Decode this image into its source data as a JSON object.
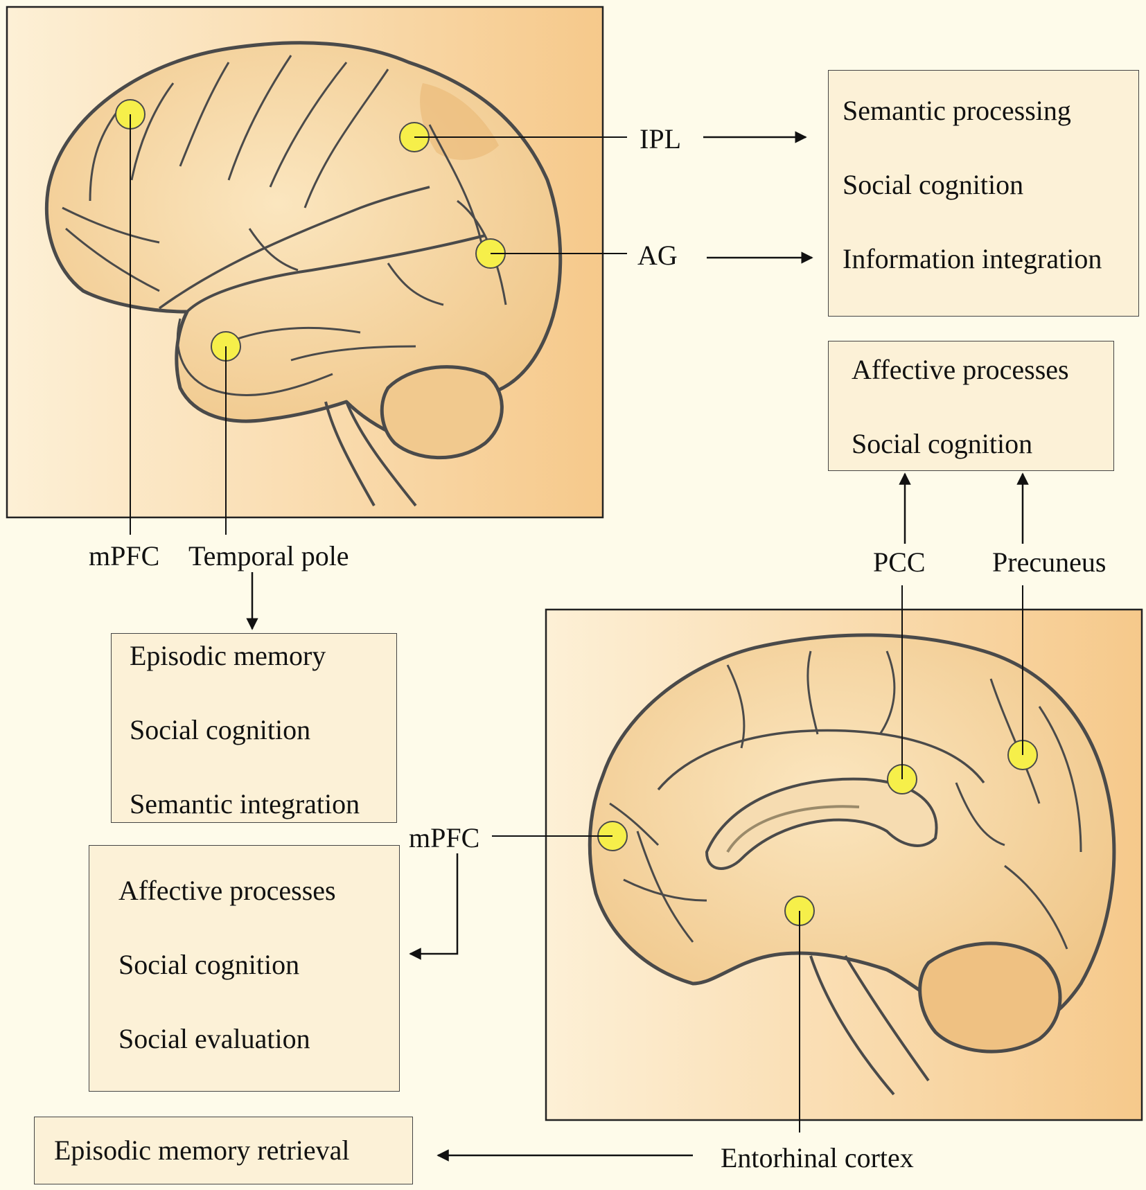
{
  "colors": {
    "background": "#fefbea",
    "panel_light": "#fdf0d6",
    "panel_dark": "#f6c98b",
    "brain_fill": "#f8ddaa",
    "brain_outline": "#4a4a4a",
    "marker": "#f6ef4a",
    "box_fill": "#fcf1d7"
  },
  "labels": {
    "ipl": "IPL",
    "ag": "AG",
    "mpfc_lateral": "mPFC",
    "temporal_pole": "Temporal pole",
    "pcc": "PCC",
    "precuneus": "Precuneus",
    "mpfc_medial": "mPFC",
    "entorhinal": "Entorhinal cortex"
  },
  "boxes": {
    "ipl_ag_functions": [
      "Semantic processing",
      "Social cognition",
      "Information integration"
    ],
    "pcc_precuneus_functions": [
      "Affective processes",
      "Social cognition"
    ],
    "temporal_pole_functions": [
      "Episodic memory",
      "Social cognition",
      "Semantic integration"
    ],
    "mpfc_functions": [
      "Affective processes",
      "Social cognition",
      "Social evaluation"
    ],
    "entorhinal_functions": [
      "Episodic memory retrieval"
    ]
  }
}
